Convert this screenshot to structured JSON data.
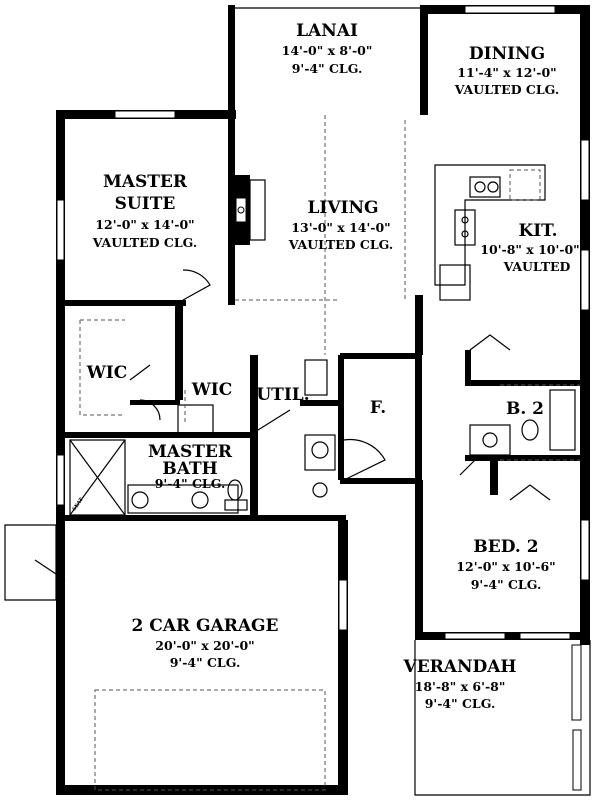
{
  "rooms": {
    "lanai": {
      "name": "LANAI",
      "dim": "14'-0\" x 8'-0\"",
      "clg": "9'-4\" CLG."
    },
    "dining": {
      "name": "DINING",
      "dim": "11'-4\" x 12'-0\"",
      "clg": "VAULTED CLG."
    },
    "master_suite": {
      "name1": "MASTER",
      "name2": "SUITE",
      "dim": "12'-0\" x 14'-0\"",
      "clg": "VAULTED CLG."
    },
    "living": {
      "name": "LIVING",
      "dim": "13'-0\" x 14'-0\"",
      "clg": "VAULTED CLG."
    },
    "kit": {
      "name": "KIT.",
      "dim": "10'-8\" x 10'-0\"",
      "clg": "VAULTED"
    },
    "wic1": {
      "name": "WIC"
    },
    "wic2": {
      "name": "WIC"
    },
    "util": {
      "name": "UTIL."
    },
    "foyer": {
      "name": "F."
    },
    "bath2": {
      "name": "B. 2"
    },
    "master_bath": {
      "name1": "MASTER",
      "name2": "BATH",
      "clg": "9'-4\" CLG."
    },
    "bed2": {
      "name": "BED. 2",
      "dim": "12'-0\" x 10'-6\"",
      "clg": "9'-4\" CLG."
    },
    "garage": {
      "name": "2 CAR GARAGE",
      "dim": "20'-0\" x 20'-0\"",
      "clg": "9'-4\" CLG."
    },
    "verandah": {
      "name": "VERANDAH",
      "dim": "18'-8\" x 6'-8\"",
      "clg": "9'-4\" CLG."
    },
    "seat": {
      "name": "SEAT"
    }
  }
}
